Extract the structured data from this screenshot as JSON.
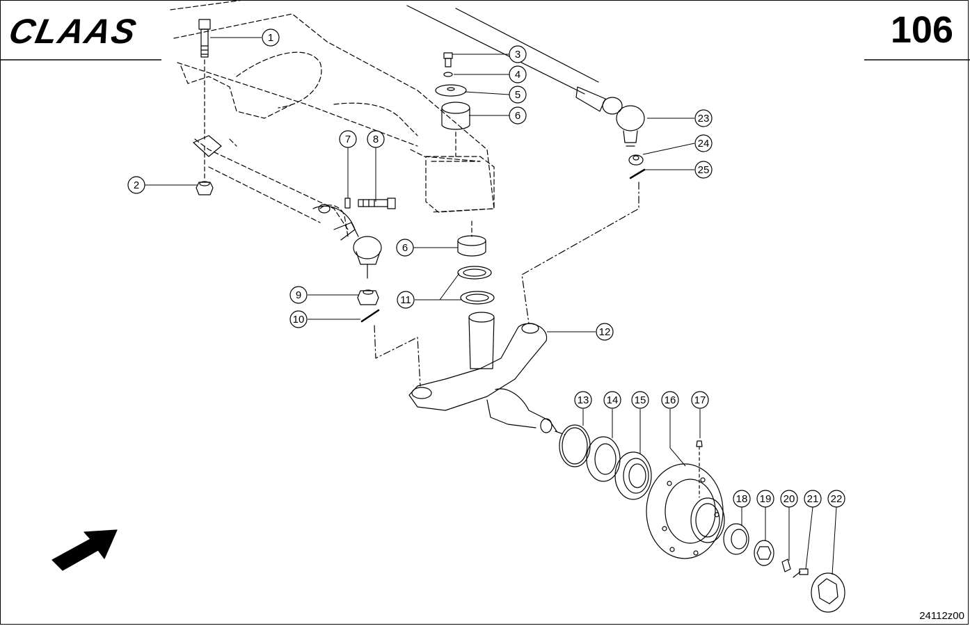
{
  "header": {
    "brand": "CLAAS",
    "page_number": "106"
  },
  "footer": {
    "drawing_id": "24112z00"
  },
  "callouts": [
    {
      "label": "1"
    },
    {
      "label": "2"
    },
    {
      "label": "3"
    },
    {
      "label": "4"
    },
    {
      "label": "5"
    },
    {
      "label": "6"
    },
    {
      "label": "6"
    },
    {
      "label": "7"
    },
    {
      "label": "8"
    },
    {
      "label": "9"
    },
    {
      "label": "10"
    },
    {
      "label": "11"
    },
    {
      "label": "12"
    },
    {
      "label": "13"
    },
    {
      "label": "14"
    },
    {
      "label": "15"
    },
    {
      "label": "16"
    },
    {
      "label": "17"
    },
    {
      "label": "18"
    },
    {
      "label": "19"
    },
    {
      "label": "20"
    },
    {
      "label": "21"
    },
    {
      "label": "22"
    },
    {
      "label": "23"
    },
    {
      "label": "24"
    },
    {
      "label": "25"
    }
  ]
}
